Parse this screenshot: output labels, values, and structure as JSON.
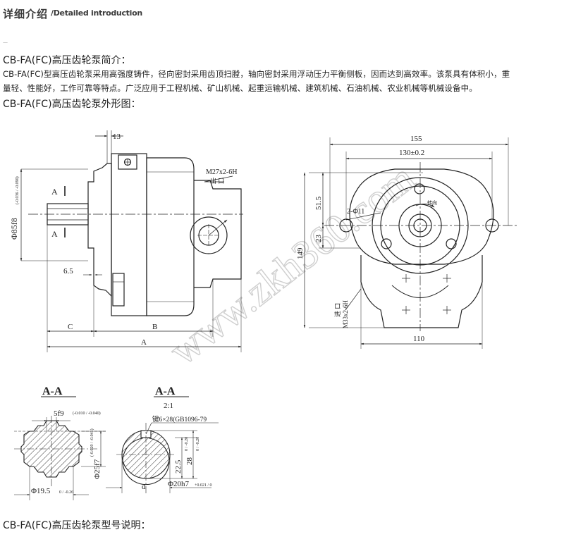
{
  "header": {
    "title_cn": "详细介绍",
    "title_en": "/Detailed introduction",
    "mark": "—"
  },
  "intro": {
    "heading": "CB-FA(FC)高压齿轮泵简介：",
    "line1": "CB-FA(FC)型高压齿轮泵采用高强度铸件，径向密封采用齿顶扫膛，轴向密封采用浮动压力平衡侧板，因而达到高效率。该泵具有体积小，重",
    "line2": "量轻、性能好，工作可靠等特点。广泛应用于工程机械、矿山机械、起重运输机械、建筑机械、石油机械、农业机械等机械设备中。"
  },
  "outline": {
    "heading": "CB-FA(FC)高压齿轮泵外形图："
  },
  "model": {
    "heading": "CB-FA(FC)高压齿轮泵型号说明："
  },
  "drawing": {
    "side_view": {
      "dim_13": "13",
      "port_out": "M27x2-6H",
      "port_out_label": "出 口",
      "dim_diam": "Φ85f8",
      "tol_diam": "(-0.036 / -0.090)",
      "section_a": "A",
      "dim_65": "6.5",
      "dim_c": "C",
      "dim_b": "B",
      "dim_a": "A"
    },
    "front_view": {
      "dim_155": "155",
      "dim_130": "130±0.2",
      "dim_515": "51.5",
      "dim_23": "23",
      "dim_149": "149",
      "holes": "2-Φ11",
      "rotation": "转向",
      "port_in_label": "进 口",
      "port_in": "M33x2-6H",
      "dim_110": "110"
    },
    "section_aa_1": {
      "title": "A-A",
      "dim_5f9": "5f9",
      "tol_5f9": "(-0.010 / -0.040)",
      "dim_25f7": "Φ25f7",
      "tol_25f7": "(-0.020 / -0.041)",
      "dim_195": "Φ19.5",
      "tol_195": "0 / -0.26"
    },
    "section_aa_2": {
      "title": "A-A",
      "scale": "2:1",
      "key": "键6×28(GB1096-79",
      "dim_225": "22.5",
      "tol_225": "0 / -0.20",
      "dim_28": "28",
      "tol_28": "0 / -0.20",
      "dim_20h7": "Φ20h7",
      "tol_20h7": "+0.021 / 0",
      "dim_d": "d"
    },
    "watermark": "www.zkh360.com"
  }
}
